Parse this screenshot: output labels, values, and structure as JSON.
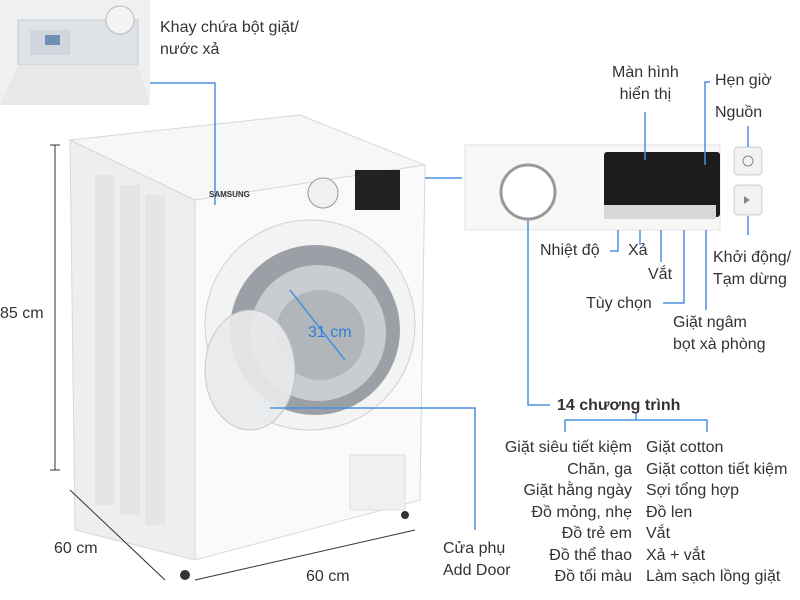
{
  "labels": {
    "drawer": [
      "Khay chứa bột giặt/",
      "nước xả"
    ],
    "display": [
      "Màn hình",
      "hiển thị"
    ],
    "timer": "Hẹn giờ",
    "power": "Nguồn",
    "temperature": "Nhiệt độ",
    "rinse": "Xả",
    "spin": "Vắt",
    "options": "Tùy chọn",
    "bubble_soak": [
      "Giặt ngâm",
      "bọt xà phòng"
    ],
    "start_pause": [
      "Khởi động/",
      "Tạm dừng"
    ],
    "add_door": [
      "Cửa phụ",
      "Add Door"
    ],
    "door_diameter": "31 cm"
  },
  "dimensions": {
    "height": "85 cm",
    "depth": "60 cm",
    "width": "60 cm"
  },
  "brand": "SAMSUNG",
  "programs": {
    "title": "14 chương trình",
    "left": [
      "Giặt siêu tiết kiệm",
      "Chăn, ga",
      "Giặt hằng ngày",
      "Đồ mỏng, nhẹ",
      "Đồ trẻ em",
      "Đồ thể thao",
      "Đồ tối màu"
    ],
    "right": [
      "Giặt cotton",
      "Giặt cotton tiết kiệm",
      "Sợi tổng hợp",
      "Đồ len",
      "Vắt",
      "Xả + vắt",
      "Làm sạch lồng giặt"
    ]
  },
  "colors": {
    "leader": "#4a90e2",
    "text": "#333333"
  }
}
